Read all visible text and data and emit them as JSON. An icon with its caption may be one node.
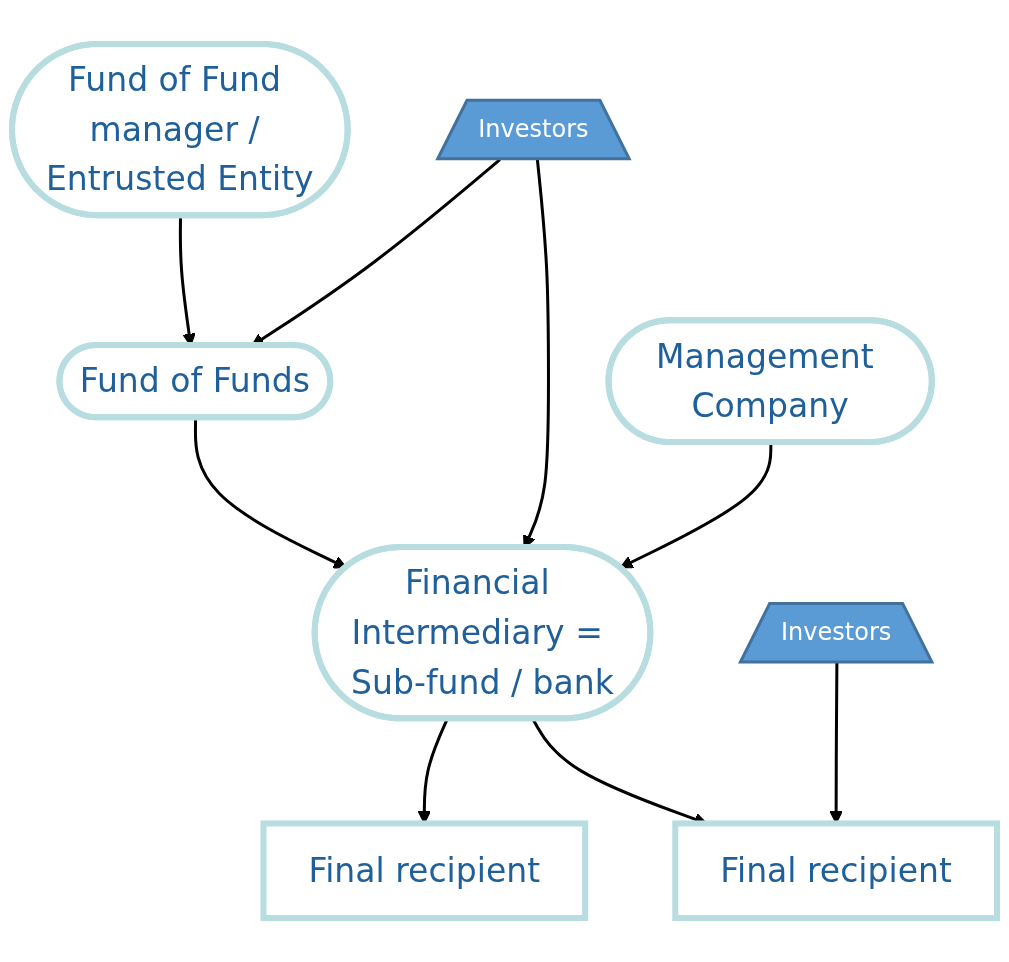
{
  "diagram": {
    "nodes": [
      {
        "text": [
          "Fund of Funds"
        ]
      },
      {
        "text": [
          "Fund of Fund manager / Entrusted Entity"
        ]
      },
      {
        "text": [
          "Investors"
        ]
      },
      {
        "text": [
          "Financial Intermediary = Sub-fund / bank"
        ]
      },
      {
        "text": [
          "Management Company"
        ]
      },
      {
        "text": [
          "Final recipient"
        ]
      },
      {
        "text": [
          "Final recipient"
        ]
      },
      {
        "text": [
          "Investors"
        ]
      }
    ],
    "edges": [
      {
        "from": 1,
        "to": 0,
        "arrow": "to"
      },
      {
        "from": 2,
        "to": 0,
        "arrow": "to"
      },
      {
        "from": 0,
        "to": 3,
        "arrow": "to"
      },
      {
        "from": 2,
        "to": 3,
        "arrow": "to"
      },
      {
        "from": 4,
        "to": 3,
        "arrow": "to"
      },
      {
        "from": 3,
        "to": 5,
        "arrow": "to"
      },
      {
        "from": 3,
        "to": 6,
        "arrow": "to"
      },
      {
        "from": 7,
        "to": 6,
        "arrow": "to"
      }
    ]
  }
}
